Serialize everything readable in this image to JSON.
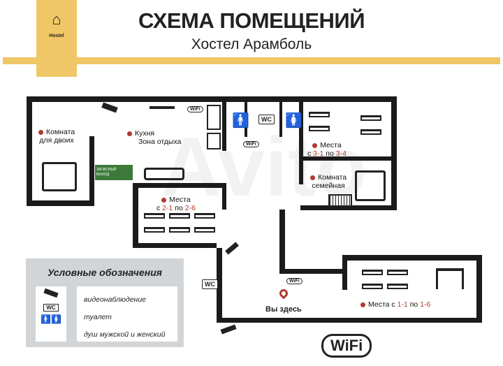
{
  "header": {
    "title": "СХЕМА ПОМЕЩЕНИЙ",
    "subtitle": "Хостел Арамболь",
    "logo_text": "Hostel",
    "accent_color": "#f0c766"
  },
  "rooms": {
    "double": {
      "line1": "Комната",
      "line2": "для двоих"
    },
    "kitchen": {
      "line1": "Кухня",
      "line2": "Зона отдыха"
    },
    "dorm3": {
      "line1": "Места",
      "prefix": "с",
      "from": "3-1",
      "mid": "по",
      "to": "3-4"
    },
    "family": {
      "line1": "Комната",
      "line2": "семейная"
    },
    "dorm2": {
      "line1": "Места",
      "prefix": "с",
      "from": "2-1",
      "mid": "по",
      "to": "2-6"
    },
    "dorm1": {
      "line1": "Места с",
      "from": "1-1",
      "mid": "по",
      "to": "1-6"
    }
  },
  "exit_sign": {
    "line1": "ЗАПАСНЫЙ",
    "line2": "ВЫХОД",
    "color": "#3d7a3a"
  },
  "wc_label": "WC",
  "wifi_label": "WiFi",
  "you_are_here": "Вы здесь",
  "legend": {
    "title": "Условные обозначения",
    "items": [
      {
        "icon": "cctv-camera-icon",
        "label": "видеонаблюдение"
      },
      {
        "icon": "wc-icon",
        "label": "туалет"
      },
      {
        "icon": "shower-icon",
        "label": "душ мужской и женский"
      }
    ]
  },
  "watermark": "Avito"
}
